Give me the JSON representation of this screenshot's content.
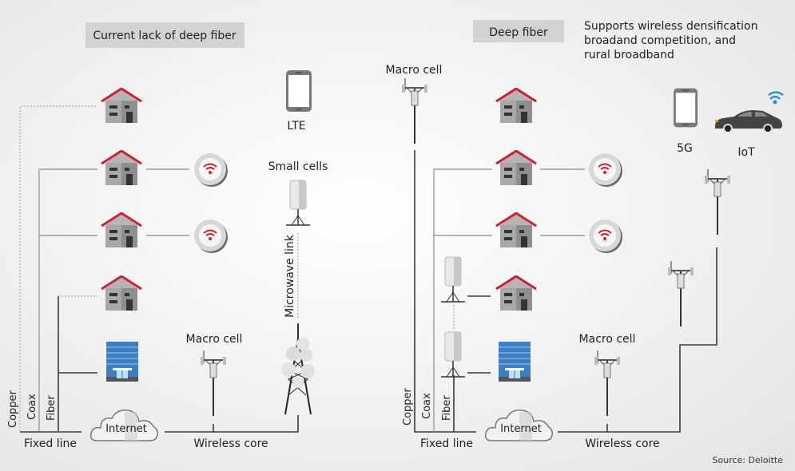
{
  "left_panel": {
    "title": "Current lack of deep fiber",
    "lte": "LTE",
    "small_cells": "Small cells",
    "microwave_link": "Microwave link",
    "macro_cell": "Macro cell",
    "copper": "Copper",
    "coax": "Coax",
    "fiber": "Fiber",
    "fixed_line": "Fixed line",
    "internet": "Internet",
    "wireless_core": "Wireless core"
  },
  "right_panel": {
    "title": "Deep fiber",
    "note_lines": [
      "Supports wireless densification",
      "broadand competition, and",
      "rural broadband"
    ],
    "macro_cell_top": "Macro cell",
    "macro_cell": "Macro cell",
    "five_g": "5G",
    "iot": "IoT",
    "copper": "Copper",
    "coax": "Coax",
    "fiber": "Fiber",
    "fixed_line": "Fixed line",
    "internet": "Internet",
    "wireless_core": "Wireless core"
  },
  "source": "Source: Deloitte",
  "colors": {
    "roof": "#d0202a",
    "wifi": "#d0202a",
    "iot_wifi": "#2a8fd6",
    "building": "#3d7fc1",
    "title_box": "#d3d3d3"
  }
}
